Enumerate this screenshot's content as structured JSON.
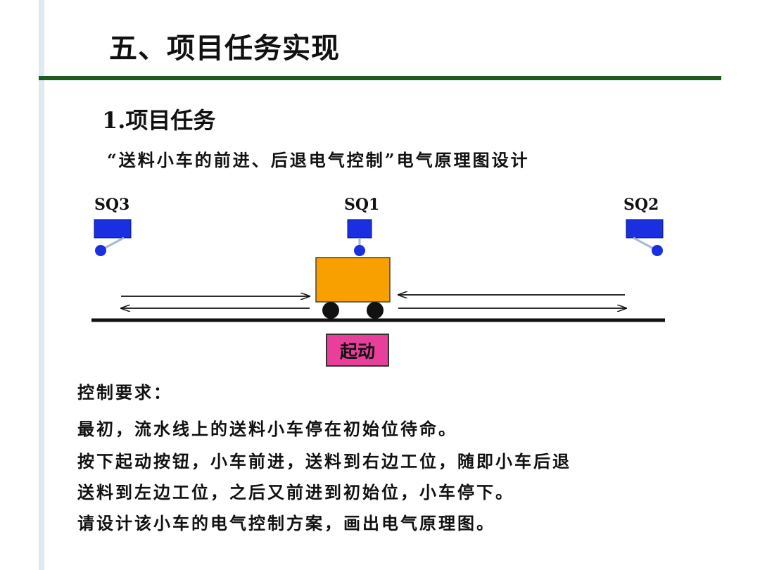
{
  "slide": {
    "title": "五、项目任务实现",
    "section_heading": "1.项目任务",
    "subtitle": "“送料小车的前进、后退电气控制”电气原理图设计"
  },
  "diagram": {
    "switches": [
      {
        "label": "SQ3"
      },
      {
        "label": "SQ1"
      },
      {
        "label": "SQ2"
      }
    ],
    "start_button_label": "起动",
    "colors": {
      "switch_blue": "#1a2fe0",
      "cart_orange": "#f7a000",
      "start_button_pink": "#e8409a",
      "title_rule_green": "#1f5a1f"
    }
  },
  "requirements": {
    "heading": "控制要求：",
    "lines": [
      "最初，流水线上的送料小车停在初始位待命。",
      "按下起动按钮，小车前进，送料到右边工位，随即小车后退",
      "送料到左边工位，之后又前进到初始位，小车停下。",
      "请设计该小车的电气控制方案，画出电气原理图。"
    ]
  }
}
